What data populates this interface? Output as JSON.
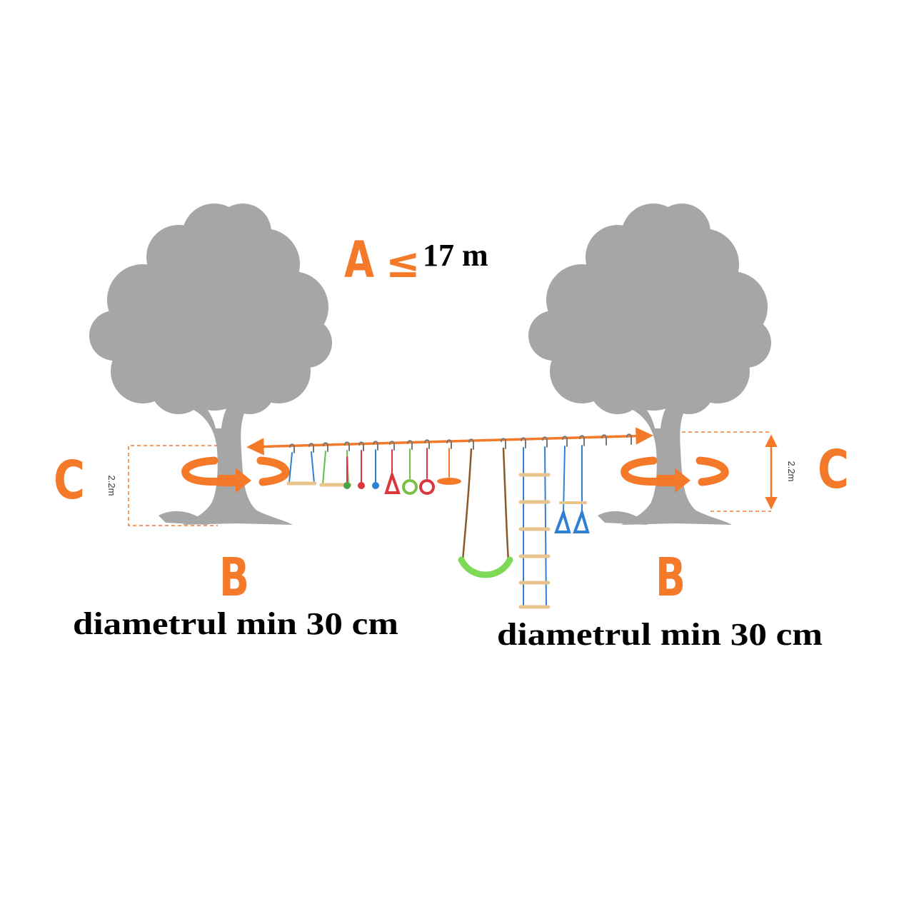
{
  "labels": {
    "a": "A",
    "le": "≤",
    "distance": "17 m",
    "b_left": "B",
    "b_right": "B",
    "c_left": "C",
    "c_right": "C",
    "height_left": "2.2m",
    "height_right": "2.2m",
    "diameter_left": "diametrul min 30 cm",
    "diameter_right": "diametrul min 30 cm"
  },
  "colors": {
    "tree": "#a6a6a6",
    "accent": "#f47a2a",
    "text": "#000000"
  },
  "accessories": [
    {
      "kind": "triangle-handle",
      "color": "#3a8fd0"
    },
    {
      "kind": "trapeze-bar",
      "color": "#e9c48c"
    },
    {
      "kind": "trapeze-bar",
      "color": "#5bbf4a"
    },
    {
      "kind": "fist-hold",
      "color": "#4aa44a"
    },
    {
      "kind": "fist-hold",
      "color": "#d9363e"
    },
    {
      "kind": "fist-hold",
      "color": "#2f7fd4"
    },
    {
      "kind": "ring-triangle",
      "color": "#d9363e"
    },
    {
      "kind": "ring",
      "color": "#7ac043"
    },
    {
      "kind": "ring",
      "color": "#d9363e"
    },
    {
      "kind": "disc-swing",
      "color": "#f47a2a"
    },
    {
      "kind": "belt-swing",
      "color": "#7ed957"
    },
    {
      "kind": "rope-ladder",
      "color": "#e9c48c"
    },
    {
      "kind": "gym-rings",
      "color": "#2f7fd4"
    }
  ]
}
